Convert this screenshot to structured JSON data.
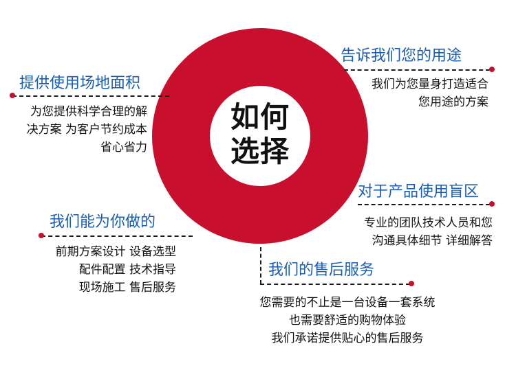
{
  "center": {
    "line1": "如何",
    "line2": "选择"
  },
  "colors": {
    "ring": "#c8102e",
    "heading": "#1a5db6",
    "text": "#111111"
  },
  "sections": {
    "area": {
      "title": "提供使用场地面积",
      "lines": [
        "为您提供科学合理的解",
        "决方案  为客户节约成本",
        "省心省力"
      ]
    },
    "purpose": {
      "title": "告诉我们您的用途",
      "lines": [
        "我们为您量身打造适合",
        "您用途的方案"
      ]
    },
    "blindspot": {
      "title": "对于产品使用盲区",
      "lines": [
        "专业的团队技术人员和您",
        "沟通具体细节  详细解答"
      ]
    },
    "services": {
      "title": "我们能为你做的",
      "lines": [
        "前期方案设计  设备选型",
        "配件配置  技术指导",
        "现场施工  售后服务"
      ]
    },
    "aftersales": {
      "title": "我们的售后服务",
      "lines": [
        "您需要的不止是一台设备一套系统",
        "也需要舒适的购物体验",
        "我们承诺提供贴心的售后服务"
      ]
    }
  }
}
